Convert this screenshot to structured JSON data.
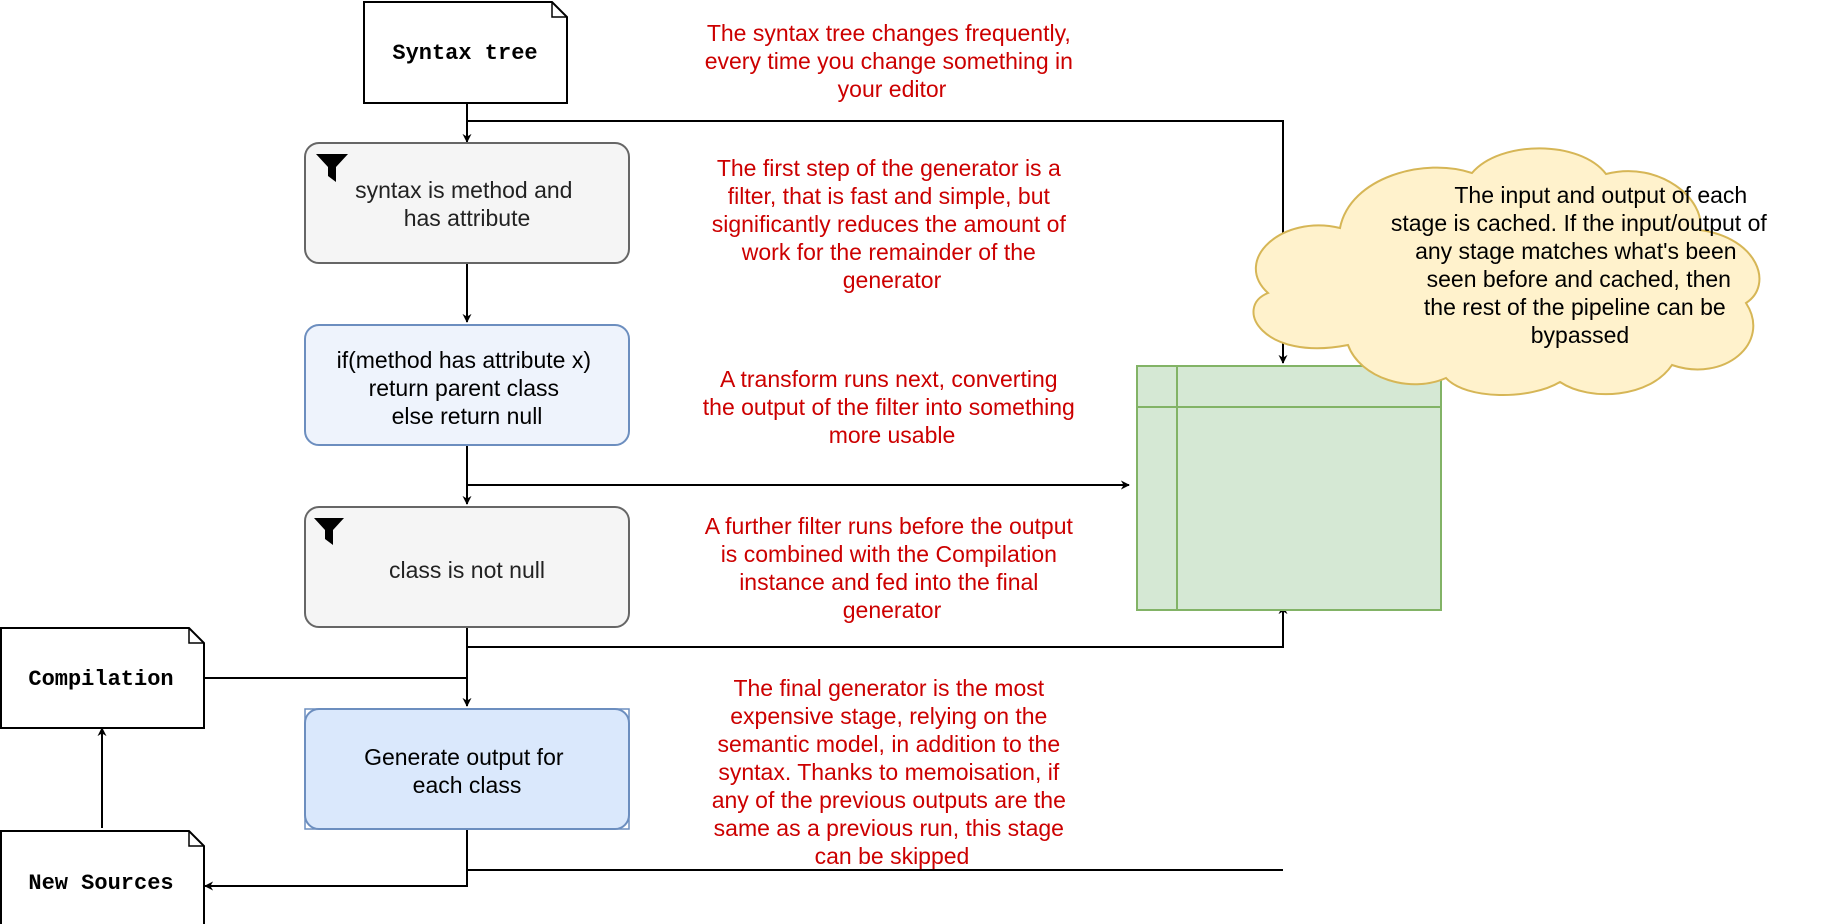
{
  "colors": {
    "filter_fill": "#f5f5f5",
    "filter_stroke": "#666666",
    "transform_fill": "#eef3fc",
    "transform_stroke": "#6c8ebf",
    "generator_fill": "#dae8fc",
    "cache_fill": "#d5e8d4",
    "cache_stroke": "#82b366",
    "cloud_fill": "#fff2cc",
    "cloud_stroke": "#d6b656",
    "note_text": "#cc0000"
  },
  "documents": {
    "syntax_tree": "Syntax tree",
    "compilation": "Compilation",
    "new_sources": "New Sources"
  },
  "steps": {
    "filter1": {
      "icon": "filter-icon",
      "lines": [
        "syntax is method and",
        "has attribute"
      ]
    },
    "transform": {
      "lines": [
        "if(method has attribute x)",
        "return parent class",
        "else return null"
      ]
    },
    "filter2": {
      "icon": "filter-icon",
      "lines": [
        "class is not null"
      ]
    },
    "generate": {
      "lines": [
        "Generate output for",
        "each class"
      ]
    }
  },
  "notes": {
    "note1": [
      "The syntax tree changes frequently,",
      "every time you change something in",
      "your editor"
    ],
    "note2": [
      "The first step of the generator is a",
      "filter, that is fast and simple, but",
      "significantly reduces the amount of",
      "work for the remainder of the",
      "generator"
    ],
    "note3": [
      "A transform runs next, converting",
      "the output of the filter into something",
      "more usable"
    ],
    "note4": [
      "A further filter runs before the output",
      "is combined with the Compilation",
      "instance and fed into the final",
      "generator"
    ],
    "note5": [
      "The final generator is the most",
      "expensive stage, relying on the",
      "semantic model, in addition to the",
      "syntax. Thanks to memoisation, if",
      "any of the previous outputs are the",
      "same as a previous run, this stage",
      "can be skipped"
    ]
  },
  "cloud": {
    "lines": [
      "The input and output of each",
      "stage is cached. If the input/output of",
      "any stage matches what's been",
      "seen before and cached, then",
      "the rest of the pipeline can be",
      "bypassed"
    ]
  }
}
